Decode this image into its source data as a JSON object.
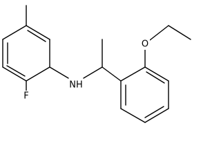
{
  "molecule": {
    "atom_labels": {
      "nitrogen": "NH",
      "fluorine": "F",
      "oxygen": "O"
    },
    "colors": {
      "bond": "#000000",
      "label": "#000000",
      "background": "#ffffff"
    }
  }
}
